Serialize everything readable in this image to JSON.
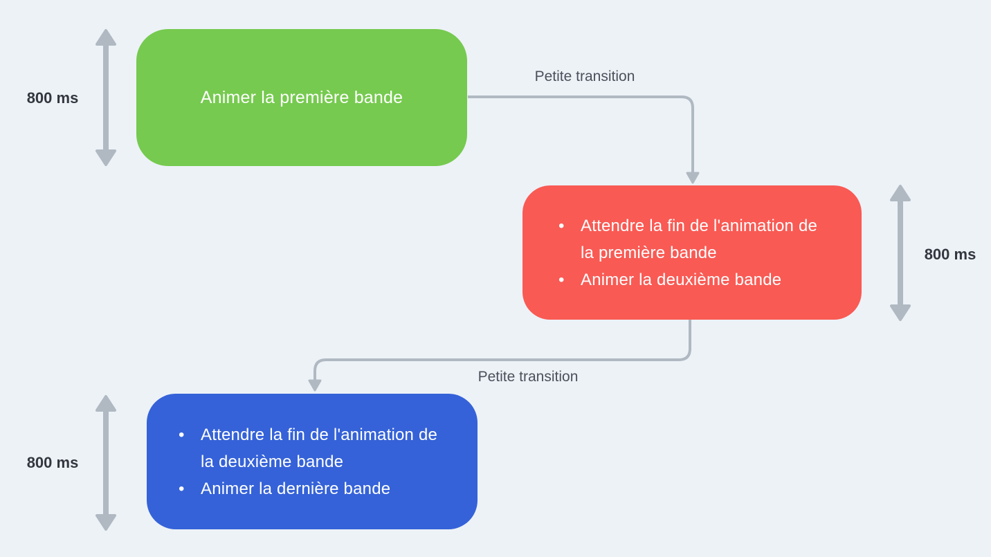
{
  "canvas": {
    "background": "#edf2f7"
  },
  "colors": {
    "step1_green": "#76ca4f",
    "step2_red": "#f95a54",
    "step3_blue": "#3562d8",
    "arrow_gray": "#b0b9c2",
    "transition_text": "#4b505b",
    "duration_text": "#33363e",
    "node_text": "#ffffff"
  },
  "nodes": {
    "step1": {
      "label": "Animer la première bande"
    },
    "step2": {
      "bullets": [
        "Attendre la fin de l'animation de la première bande",
        "Animer la deuxième bande"
      ]
    },
    "step3": {
      "bullets": [
        "Attendre la fin de l'animation de la deuxième bande",
        "Animer la dernière bande"
      ]
    }
  },
  "transitions": {
    "first": "Petite transition",
    "second": "Petite transition"
  },
  "durations": {
    "step1": "800 ms",
    "step2": "800 ms",
    "step3": "800 ms"
  }
}
